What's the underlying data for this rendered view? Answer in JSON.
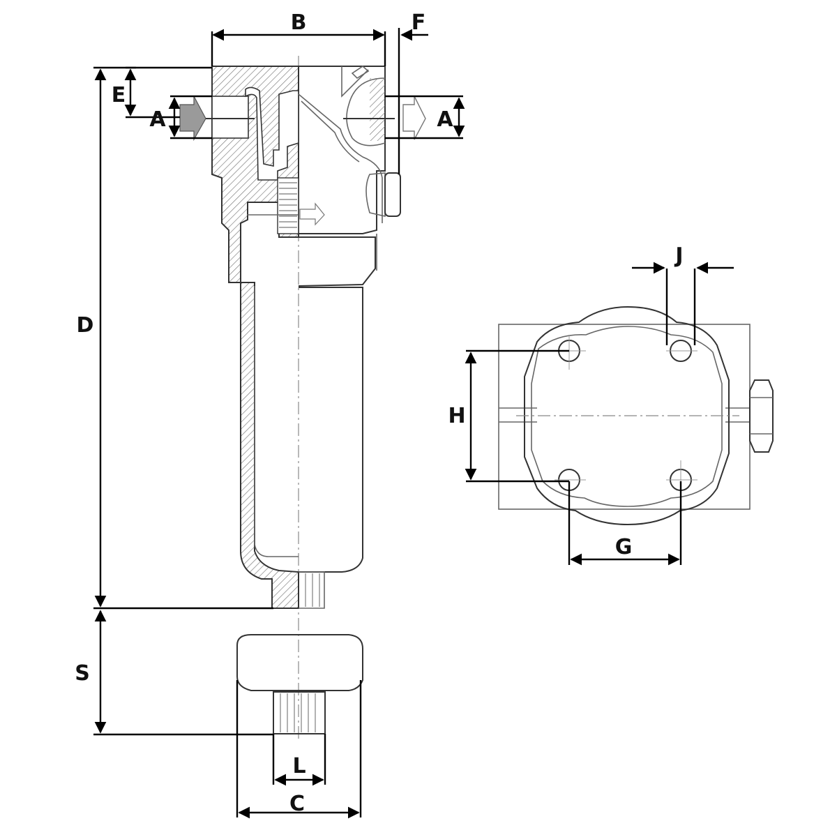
{
  "labels": {
    "A_left": "A",
    "A_right": "A",
    "B": "B",
    "C": "C",
    "D": "D",
    "E": "E",
    "F": "F",
    "G": "G",
    "H": "H",
    "J": "J",
    "L": "L",
    "S": "S"
  },
  "colors": {
    "line": "#333333",
    "hatch": "#777777",
    "inlet_arrow": "#9a9a9a",
    "background": "#ffffff"
  }
}
